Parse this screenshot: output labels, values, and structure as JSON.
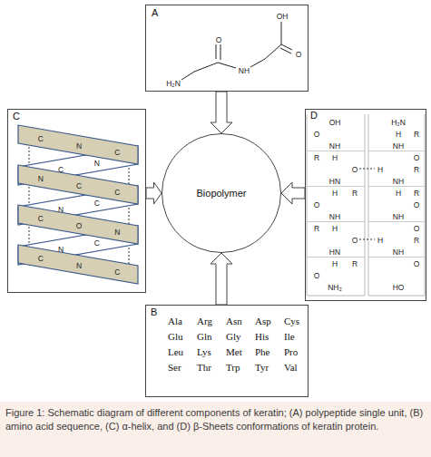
{
  "diagram": {
    "caption": "Figure 1: Schematic diagram of different components of keratin; (A) polypeptide single unit, (B) amino acid sequence, (C) α-helix, and (D) β-Sheets conformations of keratin protein.",
    "nodes": [
      {
        "text": [
          "A",
          "OH",
          "O",
          "O",
          "NH",
          "H₂N"
        ]
      },
      {
        "text": [
          "C",
          "C",
          "N",
          "C",
          "N",
          "C",
          "N",
          "C",
          "C",
          "C",
          "N",
          "C",
          "O",
          "N",
          "C",
          "N",
          "C",
          "N",
          "C"
        ]
      },
      {
        "text": [
          "Biopolymer"
        ]
      },
      {
        "text": [
          "D",
          "OH",
          "O",
          "NH",
          "R",
          "H",
          "O",
          "HN",
          "H",
          "R",
          "O",
          "NH",
          "R",
          "H",
          "O",
          "HN",
          "H",
          "R",
          "O",
          "NH₂",
          "H₂N",
          "H",
          "R",
          "NH",
          "O",
          "H",
          "R",
          "NH",
          "H",
          "R",
          "O",
          "NH",
          "O",
          "H",
          "R",
          "NH",
          "O",
          "HO"
        ]
      },
      {
        "text": [
          "B",
          "Ala",
          "Arg",
          "Asn",
          "Asp",
          "Cys",
          "Glu",
          "Gln",
          "Gly",
          "His",
          "Ile",
          "Leu",
          "Lys",
          "Met",
          "Phe",
          "Pro",
          "Ser",
          "Thr",
          "Trp",
          "Tyr",
          "Val"
        ]
      }
    ],
    "edges": [
      {
        "from": 0,
        "to": 2,
        "arrow": "to"
      },
      {
        "from": 1,
        "to": 2,
        "arrow": "to"
      },
      {
        "from": 3,
        "to": 2,
        "arrow": "to"
      },
      {
        "from": 4,
        "to": 2,
        "arrow": "to"
      }
    ]
  }
}
